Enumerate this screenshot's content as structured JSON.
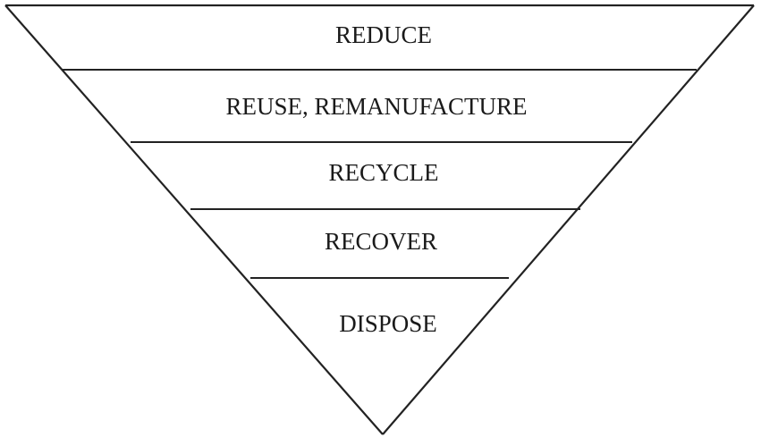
{
  "levels": [
    {
      "label": "REDUCE"
    },
    {
      "label": "REUSE, REMANUFACTURE"
    },
    {
      "label": "RECYCLE"
    },
    {
      "label": "RECOVER"
    },
    {
      "label": "DISPOSE"
    }
  ]
}
